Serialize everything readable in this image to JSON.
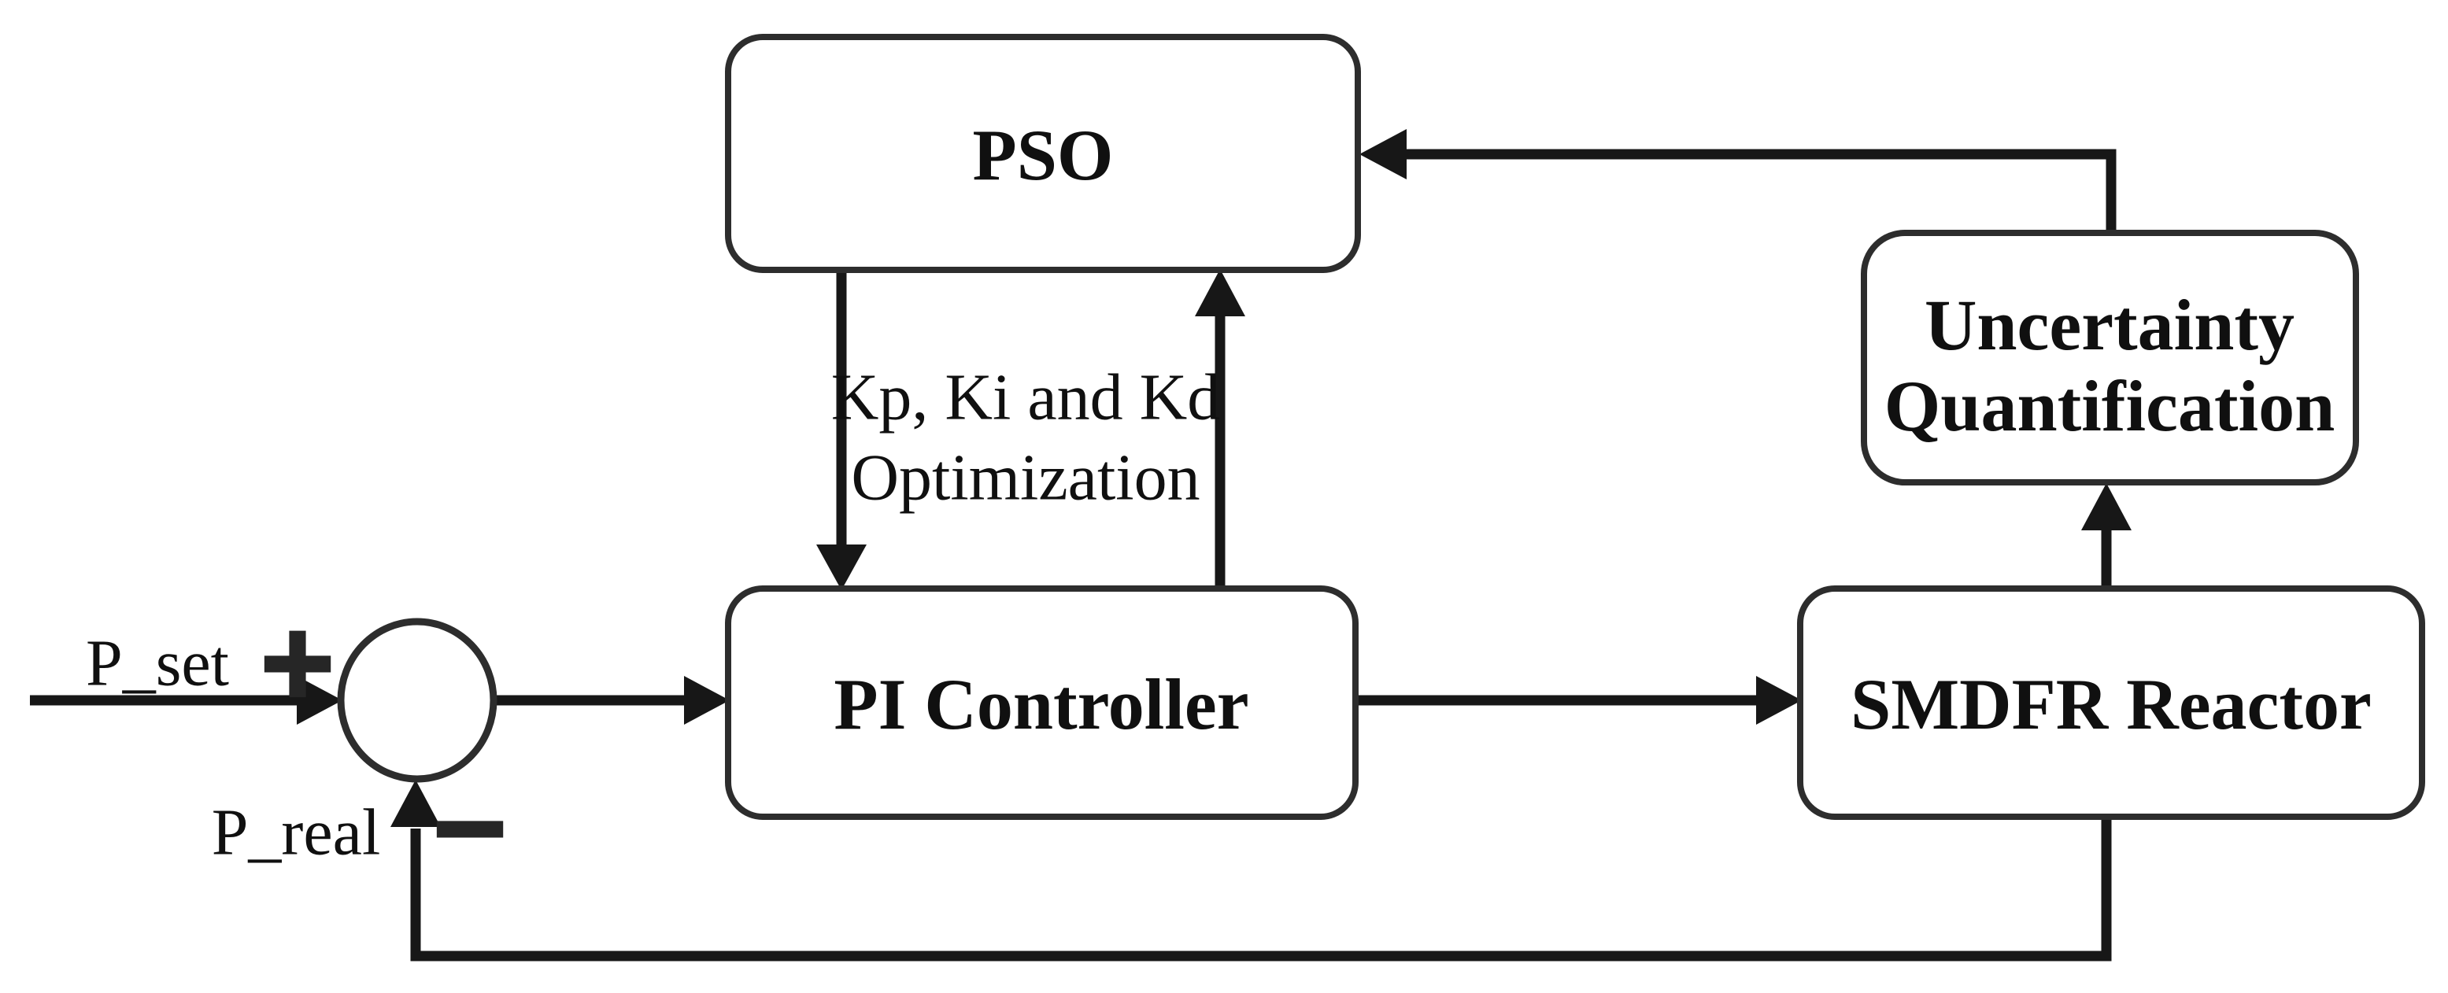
{
  "diagram": {
    "title_hint": "PSO-tuned PI control loop with uncertainty quantification",
    "blocks": {
      "pso": {
        "label": "PSO"
      },
      "pi_controller": {
        "label": "PI Controller"
      },
      "smdfr_reactor": {
        "label": "SMDFR Reactor"
      },
      "uncertainty_quantification": {
        "label_line1": "Uncertainty",
        "label_line2": "Quantification"
      }
    },
    "annotations": {
      "optimization_line1": "Kp, Ki and Kd",
      "optimization_line2": "Optimization",
      "setpoint_label": "P_set",
      "feedback_label": "P_real",
      "plus_sign": "+",
      "minus_sign": "−"
    },
    "colors": {
      "background": "#ffffff",
      "line": "#171717",
      "border": "#2d2d2d",
      "text": "#101010"
    }
  }
}
